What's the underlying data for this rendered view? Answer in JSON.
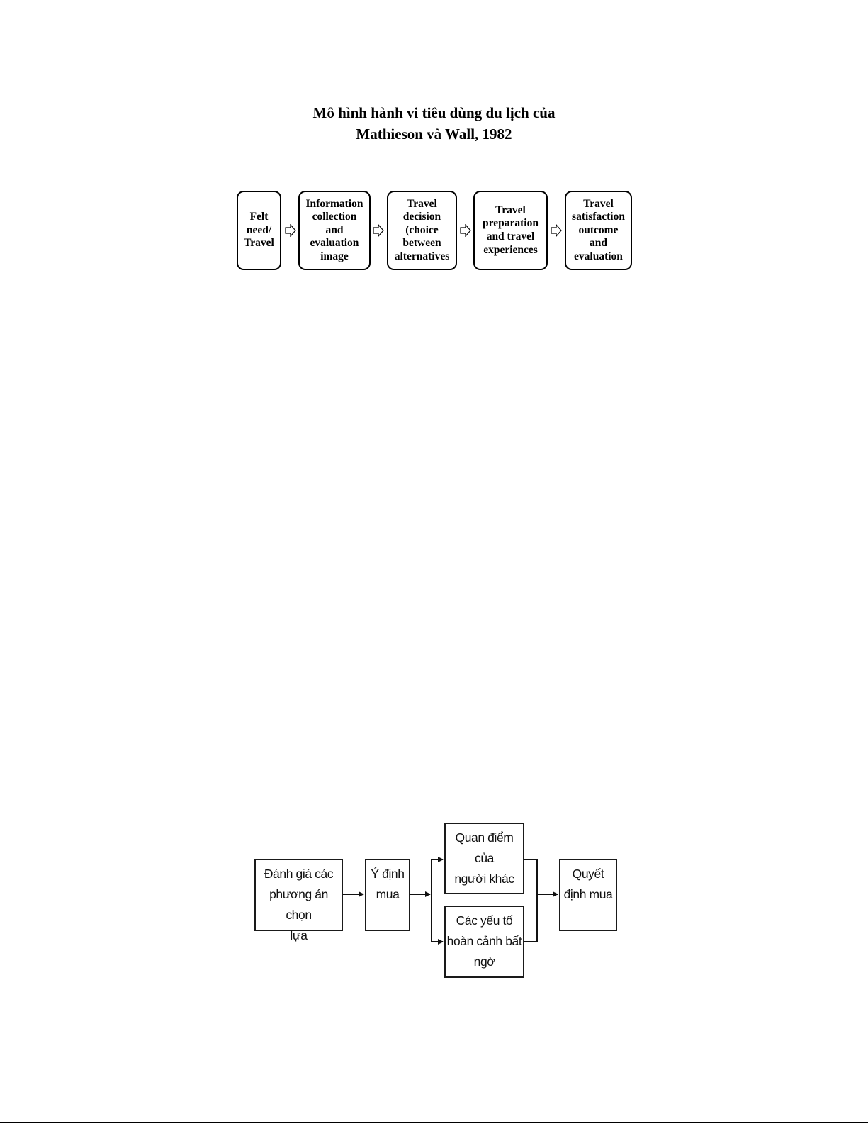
{
  "title": {
    "line1": "Mô hình hành vi tiêu dùng du lịch của",
    "line2": "Mathieson và Wall, 1982"
  },
  "flow1": {
    "steps": [
      "Felt\nneed/\nTravel",
      "Information\ncollection\nand\nevaluation\nimage",
      "Travel\ndecision\n(choice\nbetween\nalternatives",
      "Travel\npreparation\nand travel\nexperiences",
      "Travel\nsatisfaction\noutcome\nand\nevaluation"
    ]
  },
  "flow2": {
    "evaluate": "Đánh giá các\nphương án chọn\nlựa",
    "intention": "Ý định\nmua",
    "others": "Quan điểm của\nngười khác",
    "situational": "Các yếu tố\nhoàn cảnh bất\nngờ",
    "decision": "Quyết\nđịnh mua"
  },
  "colors": {
    "ink": "#000000",
    "background": "#ffffff"
  }
}
